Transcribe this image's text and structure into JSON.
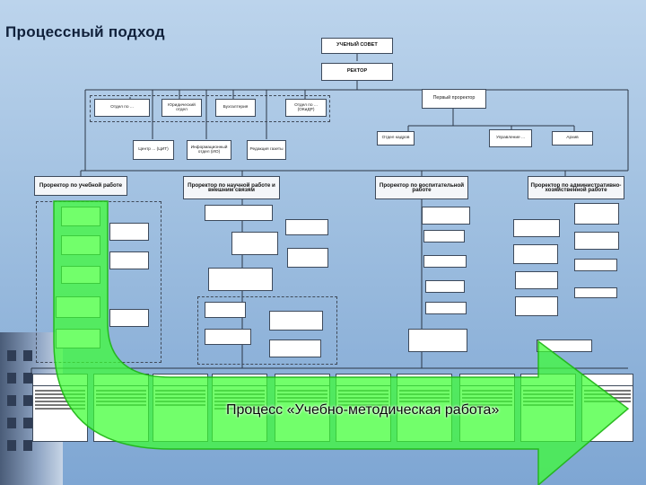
{
  "title": "Процессный подход",
  "top": {
    "council": "УЧЕНЫЙ СОВЕТ",
    "rector": "РЕКТОР",
    "first_prorector": "Первый проректор"
  },
  "rector_units": [
    "Отдел по ...",
    "Юридический отдел",
    "Бухгалтерия",
    "Отдел по ... (ОКиДР)",
    "Центр ... (ЦИТ)",
    "Информационный отдел (ИО)",
    "Редакция газеты"
  ],
  "first_prorector_units": [
    "Отдел кадров",
    "Управление ...",
    "Архив"
  ],
  "prorectors": [
    "Проректор по учебной работе",
    "Проректор по научной работе и внешним связям",
    "Проректор по воспитательной работе",
    "Проректор по административно-хозяйственной работе"
  ],
  "process_label": "Процесс «Учебно-методическая работа»",
  "colors": {
    "arrow": "#3cff32",
    "box_border": "#3d4a5c"
  }
}
